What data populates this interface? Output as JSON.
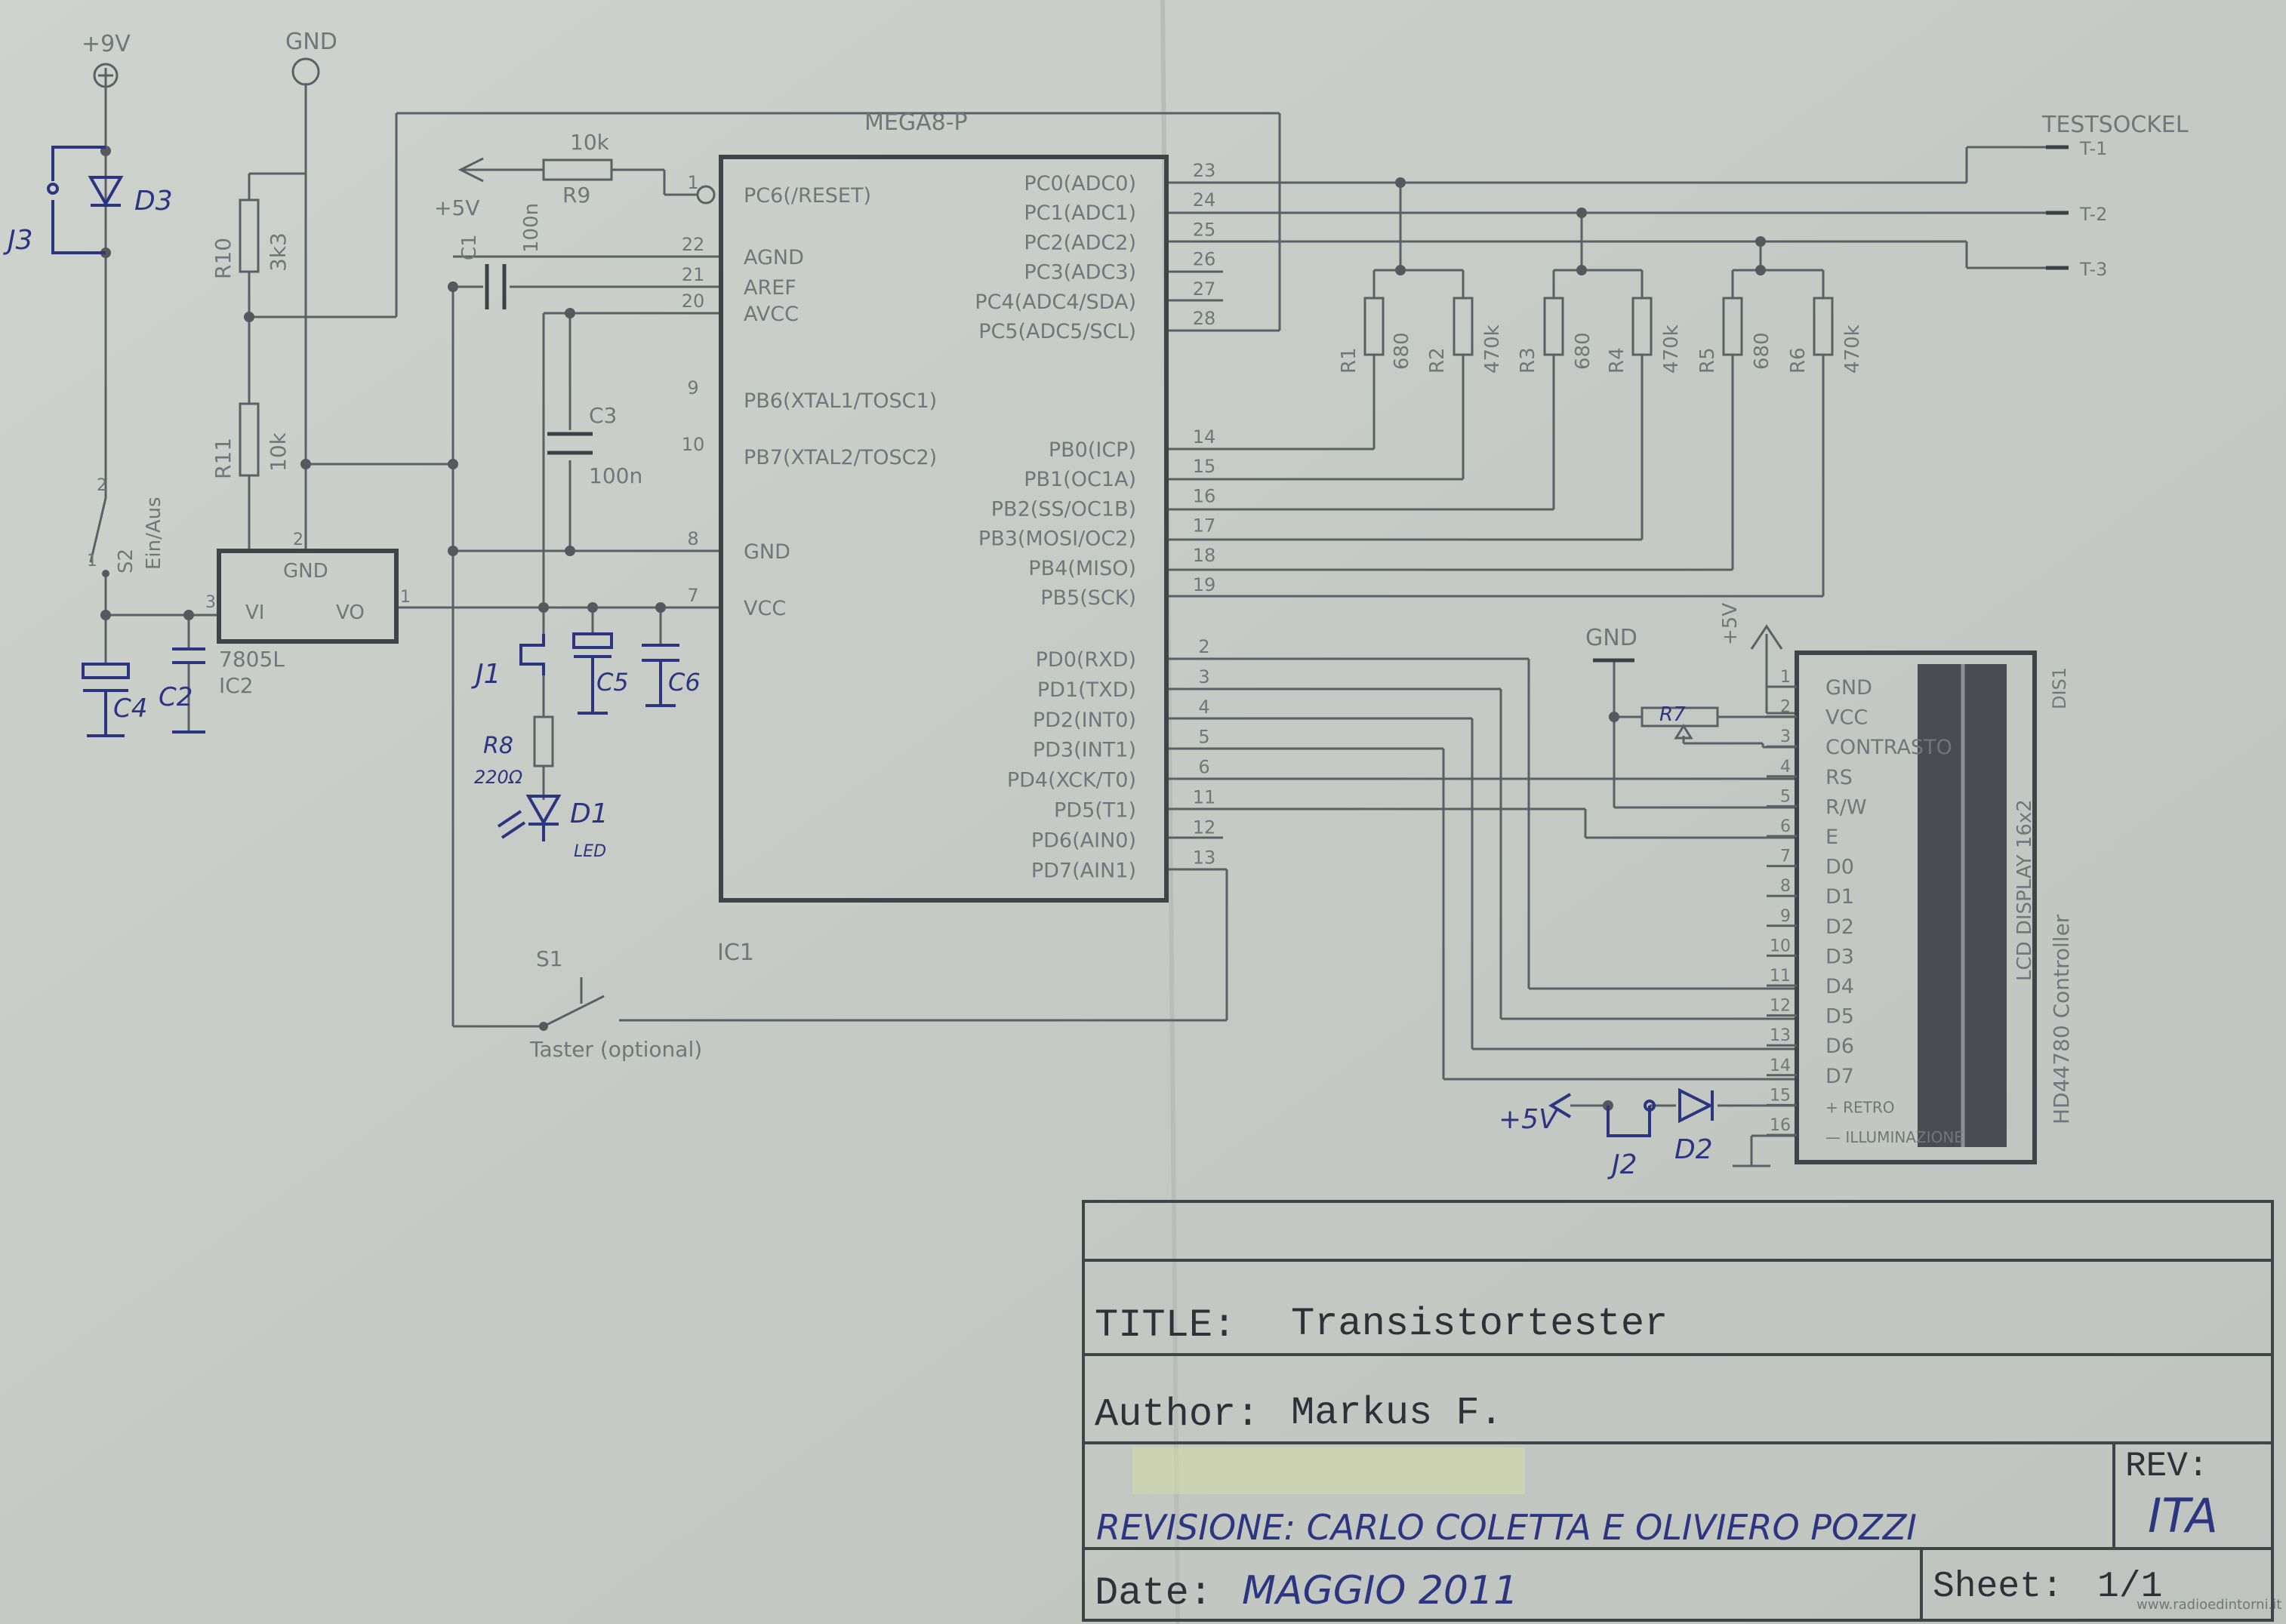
{
  "power": {
    "plus9v": "+9V",
    "gnd": "GND",
    "plus5v_top": "+5V",
    "plus5v_lcd": "+5V",
    "plus5v_backlight": "+5V",
    "gnd_lcd": "GND"
  },
  "mcu": {
    "name": "MEGA8-P",
    "ref": "IC1",
    "left_pins": [
      {
        "num": "1",
        "name": "PC6(/RESET)"
      },
      {
        "num": "22",
        "name": "AGND"
      },
      {
        "num": "21",
        "name": "AREF"
      },
      {
        "num": "20",
        "name": "AVCC"
      },
      {
        "num": "9",
        "name": "PB6(XTAL1/TOSC1)"
      },
      {
        "num": "10",
        "name": "PB7(XTAL2/TOSC2)"
      },
      {
        "num": "8",
        "name": "GND"
      },
      {
        "num": "7",
        "name": "VCC"
      }
    ],
    "right_pins_c": [
      {
        "num": "23",
        "name": "PC0(ADC0)"
      },
      {
        "num": "24",
        "name": "PC1(ADC1)"
      },
      {
        "num": "25",
        "name": "PC2(ADC2)"
      },
      {
        "num": "26",
        "name": "PC3(ADC3)"
      },
      {
        "num": "27",
        "name": "PC4(ADC4/SDA)"
      },
      {
        "num": "28",
        "name": "PC5(ADC5/SCL)"
      }
    ],
    "right_pins_b": [
      {
        "num": "14",
        "name": "PB0(ICP)"
      },
      {
        "num": "15",
        "name": "PB1(OC1A)"
      },
      {
        "num": "16",
        "name": "PB2(SS/OC1B)"
      },
      {
        "num": "17",
        "name": "PB3(MOSI/OC2)"
      },
      {
        "num": "18",
        "name": "PB4(MISO)"
      },
      {
        "num": "19",
        "name": "PB5(SCK)"
      }
    ],
    "right_pins_d": [
      {
        "num": "2",
        "name": "PD0(RXD)"
      },
      {
        "num": "3",
        "name": "PD1(TXD)"
      },
      {
        "num": "4",
        "name": "PD2(INT0)"
      },
      {
        "num": "5",
        "name": "PD3(INT1)"
      },
      {
        "num": "6",
        "name": "PD4(XCK/T0)"
      },
      {
        "num": "11",
        "name": "PD5(T1)"
      },
      {
        "num": "12",
        "name": "PD6(AIN0)"
      },
      {
        "num": "13",
        "name": "PD7(AIN1)"
      }
    ]
  },
  "regulator": {
    "name": "7805L",
    "ref": "IC2",
    "gnd": "GND",
    "vi": "VI",
    "vo": "VO",
    "pin_vi": "3",
    "pin_vo": "1",
    "pin_gnd": "2"
  },
  "switch2": {
    "ref": "S2",
    "label": "Ein/Aus",
    "pin1": "1",
    "pin2": "2"
  },
  "switch1": {
    "ref": "S1",
    "label": "Taster (optional)"
  },
  "resistors": {
    "r9": {
      "ref": "R9",
      "value": "10k"
    },
    "r10": {
      "ref": "R10",
      "value": "3k3"
    },
    "r11": {
      "ref": "R11",
      "value": "10k"
    },
    "r8": {
      "ref": "R8",
      "value": "220Ω"
    },
    "r7": {
      "ref": "R7"
    },
    "test": [
      {
        "ref": "R1",
        "value": "680"
      },
      {
        "ref": "R2",
        "value": "470k"
      },
      {
        "ref": "R3",
        "value": "680"
      },
      {
        "ref": "R4",
        "value": "470k"
      },
      {
        "ref": "R5",
        "value": "680"
      },
      {
        "ref": "R6",
        "value": "470k"
      }
    ]
  },
  "caps": {
    "c1": {
      "ref": "C1",
      "value": "100n"
    },
    "c3": {
      "ref": "C3",
      "value": "100n"
    },
    "c2": "C2",
    "c4": "C4",
    "c5": "C5",
    "c6": "C6"
  },
  "diodes": {
    "d1": "D1",
    "d1_label": "LED",
    "d2": "D2",
    "d3": "D3"
  },
  "jumpers": {
    "j1": "J1",
    "j2": "J2",
    "j3": "J3"
  },
  "testsocket": {
    "label": "TESTSOCKEL",
    "pins": [
      "T-1",
      "T-2",
      "T-3"
    ]
  },
  "lcd": {
    "ref": "DIS1",
    "display": "LCD DISPLAY 16x2",
    "controller": "HD44780 Controller",
    "pins": [
      {
        "num": "1",
        "name": "GND"
      },
      {
        "num": "2",
        "name": "VCC"
      },
      {
        "num": "3",
        "name": "CONTRASTO"
      },
      {
        "num": "4",
        "name": "RS"
      },
      {
        "num": "5",
        "name": "R/W"
      },
      {
        "num": "6",
        "name": "E"
      },
      {
        "num": "7",
        "name": "D0"
      },
      {
        "num": "8",
        "name": "D1"
      },
      {
        "num": "9",
        "name": "D2"
      },
      {
        "num": "10",
        "name": "D3"
      },
      {
        "num": "11",
        "name": "D4"
      },
      {
        "num": "12",
        "name": "D5"
      },
      {
        "num": "13",
        "name": "D6"
      },
      {
        "num": "14",
        "name": "D7"
      },
      {
        "num": "15",
        "name": "+ RETRO"
      },
      {
        "num": "16",
        "name": "— ILLUMINAZIONE"
      }
    ]
  },
  "titleblock": {
    "title_label": "TITLE:",
    "title": "Transistortester",
    "author_label": "Author:",
    "author": "Markus F.",
    "revision": "REVISIONE: CARLO COLETTA E OLIVIERO POZZI",
    "rev_label": "REV:",
    "rev": "ITA",
    "date_label": "Date:",
    "date": "MAGGIO 2011",
    "sheet_label": "Sheet:",
    "sheet": "1/1"
  },
  "watermark": "www.radioedintorni.it",
  "colors": {
    "paper": "#c9cdc8",
    "ink": "#5a6064",
    "pen": "#2b3580"
  }
}
